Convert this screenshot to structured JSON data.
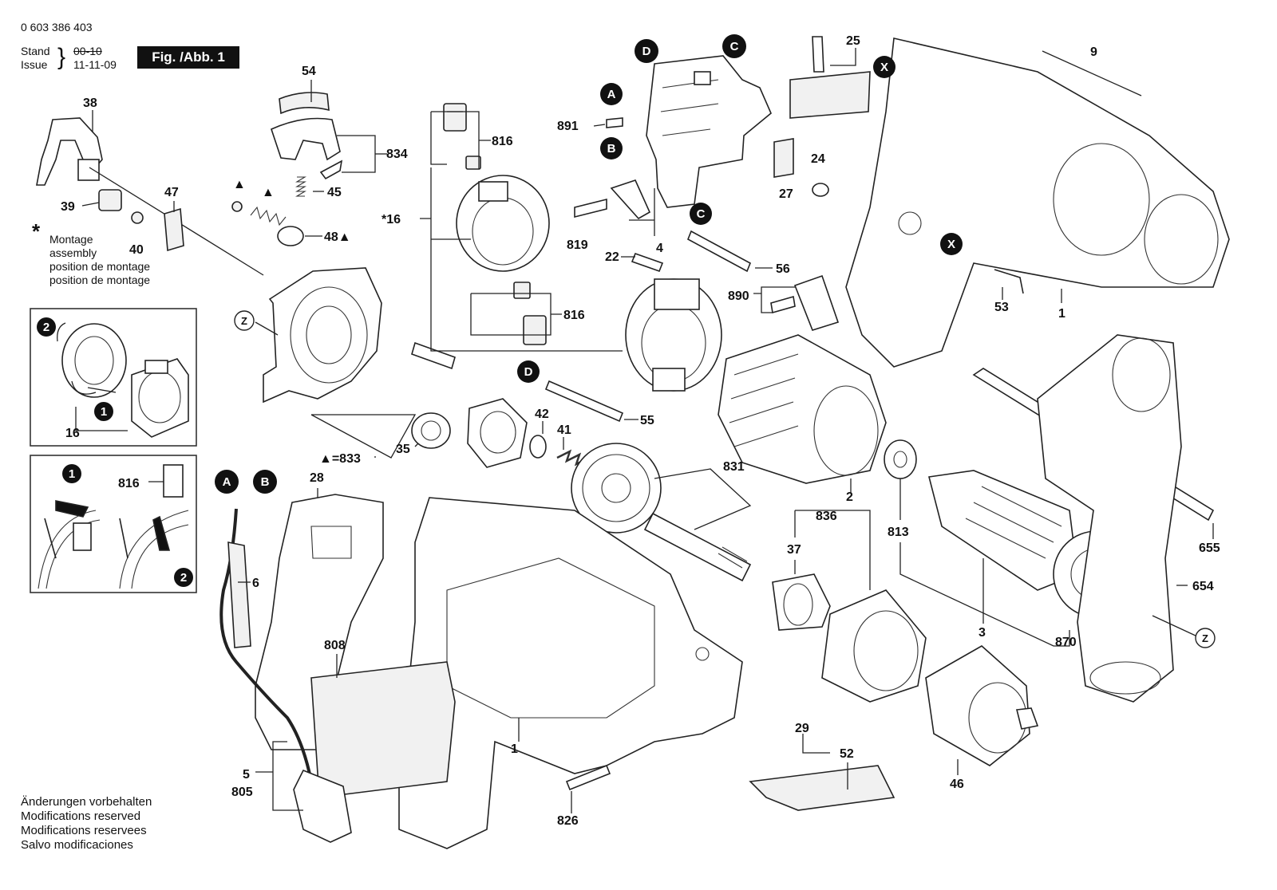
{
  "header": {
    "part_number": "0 603 386 403",
    "stand_label": "Stand",
    "issue_label": "Issue",
    "stand_value": "00-10",
    "issue_value": "11-11-09",
    "figure_label": "Fig. /Abb. 1"
  },
  "assembly_note": {
    "asterisk": "*",
    "lines": [
      "Montage",
      "assembly",
      "position de montage",
      "position de montage"
    ]
  },
  "footer": {
    "lines": [
      "Änderungen vorbehalten",
      "Modifications reserved",
      "Modifications reservees",
      "Salvo modificaciones"
    ]
  },
  "part_labels": {
    "p38": "38",
    "p39": "39",
    "p40": "40",
    "p47": "47",
    "p54": "54",
    "p834": "834",
    "p45": "45",
    "p48": "48▲",
    "p16": "16",
    "p16s": "*16",
    "p816a": "816",
    "p816b": "816",
    "p816c": "816",
    "p891": "891",
    "p819": "819",
    "p4": "4",
    "p22": "22",
    "p56": "56",
    "p890": "890",
    "p55": "55",
    "p25": "25",
    "p9": "9",
    "p27": "27",
    "p24": "24",
    "p53": "53",
    "p1a": "1",
    "p35": "35",
    "p833": "▲=833",
    "p42": "42",
    "p41": "41",
    "p831": "831",
    "p2": "2",
    "p836": "836",
    "p37": "37",
    "p813": "813",
    "p3": "3",
    "p870": "870",
    "p655": "655",
    "p654": "654",
    "p28": "28",
    "p6": "6",
    "p808": "808",
    "p5": "5",
    "p805": "805",
    "p1b": "1",
    "p826": "826",
    "p29": "29",
    "p52": "52",
    "p46": "46"
  },
  "badges": {
    "A": "A",
    "B": "B",
    "C": "C",
    "D": "D",
    "X": "X",
    "n1": "1",
    "n2": "2",
    "Z": "Z",
    "triangle": "▲"
  }
}
